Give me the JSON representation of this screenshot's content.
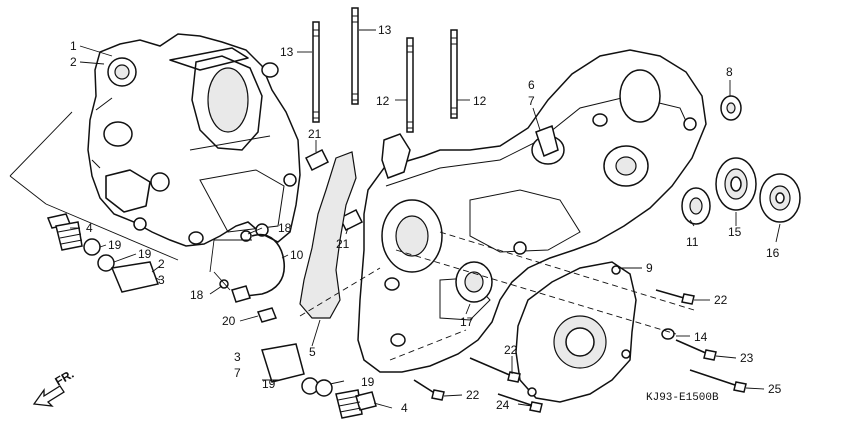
{
  "diagram_code": "KJ93-E1500B",
  "direction_label": "FR.",
  "callouts": {
    "c1": "1",
    "c2a": "2",
    "c2b": "2",
    "c3a": "3",
    "c3b": "3",
    "c4a": "4",
    "c4b": "4",
    "c5": "5",
    "c6": "6",
    "c7a": "7",
    "c7b": "7",
    "c9": "9",
    "c10": "10",
    "c11": "11",
    "c12a": "12",
    "c12b": "12",
    "c13a": "13",
    "c13b": "13",
    "c14": "14",
    "c15": "15",
    "c16": "16",
    "c17": "17",
    "c18a": "18",
    "c18b": "18",
    "c19a": "19",
    "c19b": "19",
    "c19c": "19",
    "c19d": "19",
    "c20": "20",
    "c21a": "21",
    "c21b": "21",
    "c22a": "22",
    "c22b": "22",
    "c22c": "22",
    "c23": "23",
    "c24": "24",
    "c25": "25",
    "c8": "8"
  }
}
